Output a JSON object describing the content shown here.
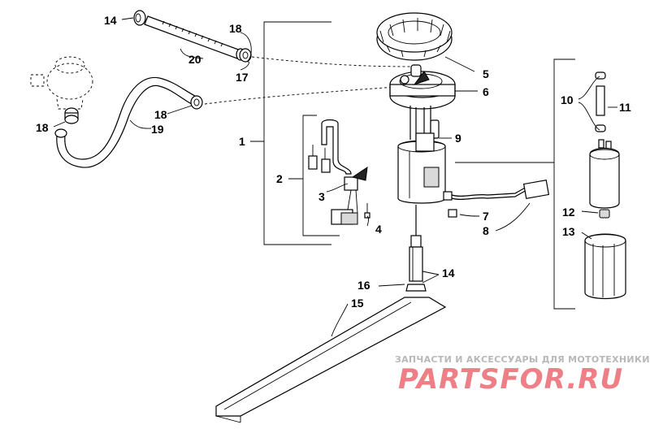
{
  "labels": {
    "p1": "1",
    "p2": "2",
    "p3": "3",
    "p4": "4",
    "p5": "5",
    "p6": "6",
    "p7": "7",
    "p8": "8",
    "p9": "9",
    "p10": "10",
    "p11": "11",
    "p12": "12",
    "p13": "13",
    "p14a": "14",
    "p14b": "14",
    "p15": "15",
    "p16": "16",
    "p17": "17",
    "p18a": "18",
    "p18b": "18",
    "p18c": "18",
    "p19": "19",
    "p20": "20"
  },
  "watermark": {
    "tagline": "ЗАПЧАСТИ И АКСЕССУАРЫ ДЛЯ МОТОТЕХНИКИ",
    "brand": "PARTSFOR.RU"
  },
  "colors": {
    "line": "#000000",
    "watermark_brand": "#ef7f86",
    "watermark_tagline": "#b8b8b8"
  }
}
